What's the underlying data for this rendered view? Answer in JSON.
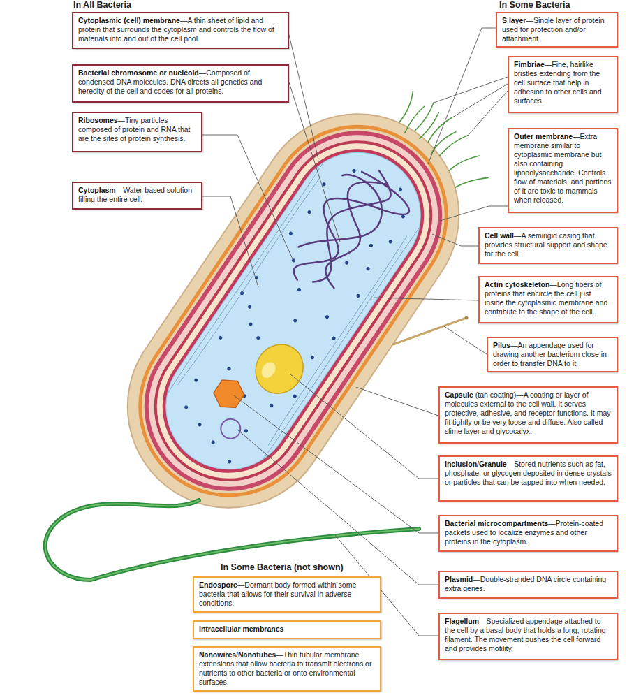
{
  "diagram": {
    "nodes": [
      {
        "text": [
          "Cytoplasmic (cell) membrane",
          "—A thin sheet of lipid and protein that surrounds the cytoplasm and controls the flow of materials into and out of the cell pool."
        ]
      },
      {
        "text": [
          "Bacterial chromosome or nucleoid",
          "—Composed of condensed DNA molecules. DNA directs all genetics and heredity of the cell and codes for all proteins."
        ]
      },
      {
        "text": [
          "Ribosomes",
          "—Tiny particles composed of protein and RNA that are the sites of protein synthesis."
        ]
      },
      {
        "text": [
          "Cytoplasm",
          "—Water-based solution filling the entire cell."
        ]
      },
      {
        "text": [
          "S layer",
          "—Single layer of protein used for protection and/or attachment."
        ]
      },
      {
        "text": [
          "Fimbriae",
          "—Fine, hairlike bristles extending from the cell surface that help in adhesion to other cells and surfaces."
        ]
      },
      {
        "text": [
          "Outer membrane",
          "—Extra membrane similar to cytoplasmic membrane but also containing lipopolysaccharide. Controls flow of materials, and portions of it are toxic to mammals when released."
        ]
      },
      {
        "text": [
          "Cell wall",
          "—A semirigid casing that provides structural support and shape for the cell."
        ]
      },
      {
        "text": [
          "Actin cytoskeleton",
          "—Long fibers of proteins that encircle the cell just inside the cytoplasmic membrane and contribute to the shape of the cell."
        ]
      },
      {
        "text": [
          "Pilus",
          "—An appendage used for drawing another bacterium close in order to transfer DNA to it."
        ]
      },
      {
        "text": [
          "Capsule",
          "(tan coating)—A coating or layer of molecules external to the cell wall. It serves protective, adhesive, and receptor functions. It may fit tightly or be very loose and diffuse. Also called slime layer and glycocalyx."
        ]
      },
      {
        "text": [
          "Inclusion/Granule",
          "—Stored nutrients such as fat, phosphate, or glycogen deposited in dense crystals or particles that can be tapped into when needed."
        ]
      },
      {
        "text": [
          "Bacterial microcompartments",
          "—Protein-coated packets used to localize enzymes and other proteins in the cytoplasm."
        ]
      },
      {
        "text": [
          "Plasmid",
          "—Double-stranded DNA circle containing extra genes."
        ]
      },
      {
        "text": [
          "Flagellum",
          "—Specialized appendage attached to the cell by a basal body that holds a long, rotating filament. The movement pushes the cell forward and provides motility."
        ]
      },
      {
        "text": [
          "Endospore",
          "—Dormant body formed within some bacteria that allows for their survival in adverse conditions."
        ]
      },
      {
        "text": [
          "Intracellular membranes"
        ]
      },
      {
        "text": [
          "Nanowires/Nanotubes",
          "—Thin tubular membrane extensions that allow bacteria to transmit electrons or nutrients to other bacteria or onto environmental surfaces."
        ]
      }
    ],
    "labels": [
      "In All Bacteria",
      "In Some Bacteria",
      "In Some Bacteria (not shown)"
    ]
  }
}
